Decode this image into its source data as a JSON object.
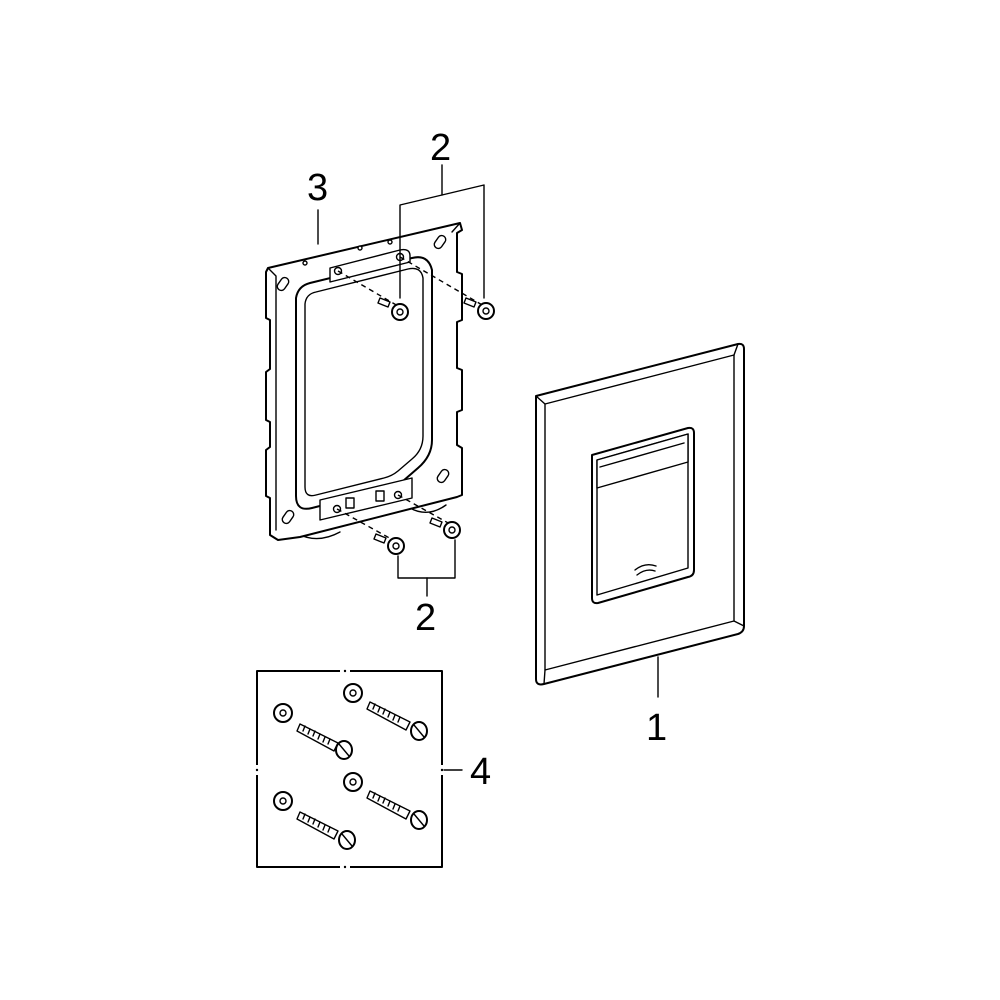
{
  "callouts": {
    "flush_plate": "1",
    "screws_top": "2",
    "screws_bottom": "2",
    "mounting_frame": "3",
    "screw_kit": "4"
  },
  "icons": {
    "flush_plate": "flush-plate-icon",
    "mounting_frame": "mounting-frame-icon",
    "screw": "screw-icon",
    "wall_plug_screw": "wall-screw-icon",
    "washer": "washer-icon",
    "logo": "brand-logo-icon"
  },
  "colors": {
    "line": "#000000",
    "background": "#ffffff"
  }
}
